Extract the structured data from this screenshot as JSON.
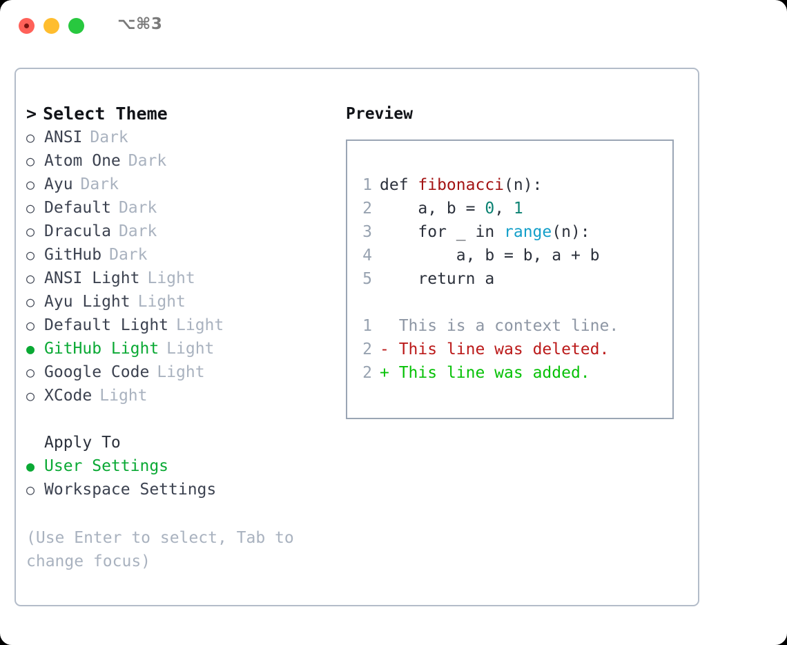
{
  "titlebar": {
    "shortcut": "⌥⌘3",
    "lights": [
      "close-red",
      "minimize-yellow",
      "zoom-green"
    ]
  },
  "theme_panel": {
    "header_caret": ">",
    "header": "Select Theme",
    "bullet_unselected": "○",
    "bullet_selected": "●",
    "themes": [
      {
        "name": "ANSI",
        "tag": "Dark",
        "selected": false
      },
      {
        "name": "Atom One",
        "tag": "Dark",
        "selected": false
      },
      {
        "name": "Ayu",
        "tag": "Dark",
        "selected": false
      },
      {
        "name": "Default",
        "tag": "Dark",
        "selected": false
      },
      {
        "name": "Dracula",
        "tag": "Dark",
        "selected": false
      },
      {
        "name": "GitHub",
        "tag": "Dark",
        "selected": false
      },
      {
        "name": "ANSI Light",
        "tag": "Light",
        "selected": false
      },
      {
        "name": "Ayu Light",
        "tag": "Light",
        "selected": false
      },
      {
        "name": "Default Light",
        "tag": "Light",
        "selected": false
      },
      {
        "name": "GitHub Light",
        "tag": "Light",
        "selected": true
      },
      {
        "name": "Google Code",
        "tag": "Light",
        "selected": false
      },
      {
        "name": "XCode",
        "tag": "Light",
        "selected": false
      }
    ],
    "apply_to": {
      "title": "Apply To",
      "options": [
        {
          "name": "User Settings",
          "selected": true
        },
        {
          "name": "Workspace Settings",
          "selected": false
        }
      ]
    },
    "hint": "(Use Enter to select, Tab to change focus)"
  },
  "preview": {
    "title": "Preview",
    "code_lines": [
      {
        "num": "1",
        "segments": [
          {
            "text": "def ",
            "style": "plain"
          },
          {
            "text": "fibonacci",
            "style": "fn"
          },
          {
            "text": "(n):",
            "style": "plain"
          }
        ]
      },
      {
        "num": "2",
        "segments": [
          {
            "text": "    a, b = ",
            "style": "plain"
          },
          {
            "text": "0",
            "style": "num"
          },
          {
            "text": ", ",
            "style": "plain"
          },
          {
            "text": "1",
            "style": "num"
          }
        ]
      },
      {
        "num": "3",
        "segments": [
          {
            "text": "    for _ in ",
            "style": "plain"
          },
          {
            "text": "range",
            "style": "call"
          },
          {
            "text": "(n):",
            "style": "plain"
          }
        ]
      },
      {
        "num": "4",
        "segments": [
          {
            "text": "        a, b = b, a + b",
            "style": "plain"
          }
        ]
      },
      {
        "num": "5",
        "segments": [
          {
            "text": "    return a",
            "style": "plain"
          }
        ]
      }
    ],
    "diff_lines": [
      {
        "num": "1",
        "marker": " ",
        "text": "This is a context line.",
        "kind": "context"
      },
      {
        "num": "2",
        "marker": "-",
        "text": "This line was deleted.",
        "kind": "deleted"
      },
      {
        "num": "2",
        "marker": "+",
        "text": "This line was added.",
        "kind": "added"
      }
    ]
  },
  "colors": {
    "accent_green": "#0aa934",
    "diff_add_green": "#07c107",
    "diff_del_red": "#bb1a1a",
    "muted_grey": "#a9b2bf",
    "text_dark": "#2b303b",
    "syntax_function": "#a31313",
    "syntax_number": "#0b8272",
    "syntax_call": "#139fc9",
    "panel_border": "#b3bcc9",
    "preview_border": "#9aa5b4"
  }
}
